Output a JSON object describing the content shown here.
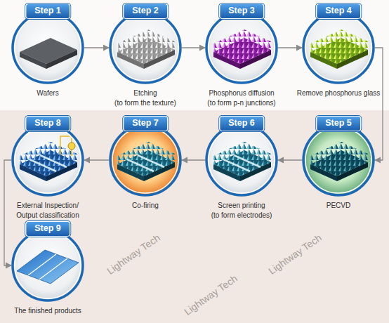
{
  "diagram": {
    "nodes": [
      {
        "text": [
          "Step 1",
          "Wafers"
        ]
      },
      {
        "text": [
          "Step 2",
          "Etching (to form the texture)"
        ]
      },
      {
        "text": [
          "Step 3",
          "Phosphorus diffusion (to form p-n junctions)"
        ]
      },
      {
        "text": [
          "Step 4",
          "Remove phosphorus glass"
        ]
      },
      {
        "text": [
          "Step 5",
          "PECVD"
        ]
      },
      {
        "text": [
          "Step 6",
          "Screen printing (to form electrodes)"
        ]
      },
      {
        "text": [
          "Step 7",
          "Co-firing"
        ]
      },
      {
        "text": [
          "Step 8",
          "External Inspection/ Output classification"
        ]
      },
      {
        "text": [
          "Step 9",
          "The finished products"
        ]
      }
    ],
    "edges": [
      {
        "from": 0,
        "to": 1,
        "arrow": "to"
      },
      {
        "from": 1,
        "to": 2,
        "arrow": "to"
      },
      {
        "from": 2,
        "to": 3,
        "arrow": "to"
      },
      {
        "from": 3,
        "to": 4,
        "arrow": "to"
      },
      {
        "from": 4,
        "to": 5,
        "arrow": "to"
      },
      {
        "from": 5,
        "to": 6,
        "arrow": "to"
      },
      {
        "from": 6,
        "to": 7,
        "arrow": "to"
      },
      {
        "from": 7,
        "to": 8,
        "arrow": "to"
      }
    ],
    "labels": [
      "Lightway Tech",
      "Lightway Tech",
      "Lightway Tech"
    ]
  }
}
